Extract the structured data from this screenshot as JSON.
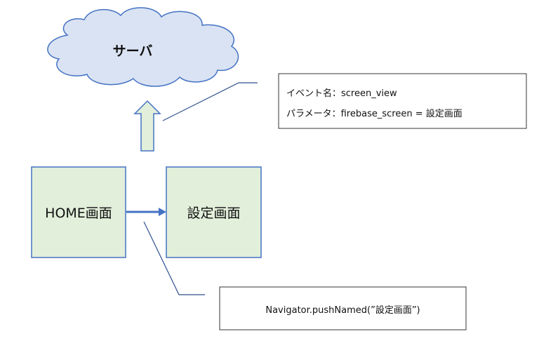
{
  "cloud": {
    "label": "サーバ"
  },
  "screens": {
    "home": {
      "label": "HOME画面"
    },
    "settings": {
      "label": "設定画面"
    }
  },
  "event_callout": {
    "line1": "イベント名：screen_view",
    "line2": "パラメータ：firebase_screen = 設定画面"
  },
  "navigation_callout": {
    "code": "Navigator.pushNamed(”設定画面”)"
  },
  "colors": {
    "cloud_fill": "#dae3f3",
    "cloud_stroke": "#4472c4",
    "box_fill": "#e2efda",
    "box_stroke": "#4472c4",
    "up_arrow_fill": "#e2efda",
    "up_arrow_stroke": "#4472c4",
    "nav_arrow": "#4472c4",
    "callout_line": "#2f4f8f"
  }
}
